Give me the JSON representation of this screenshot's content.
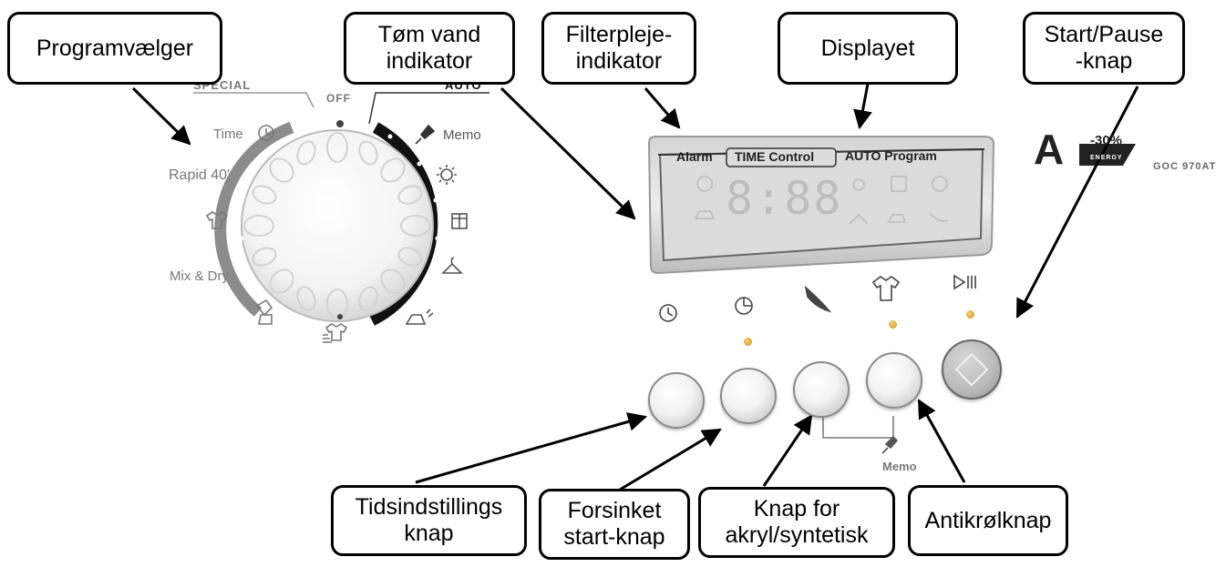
{
  "callouts": {
    "programvaelger": "Programvælger",
    "tom_vand": "Tøm vand\nindikator",
    "filterpleje": "Filterpleje-\nindikator",
    "displayet": "Displayet",
    "start_pause": "Start/Pause\n-knap",
    "tidsindstillings": "Tidsindstillings\nknap",
    "forsinket": "Forsinket\nstart-knap",
    "akryl": "Knap for\nakryl/syntetisk",
    "antikroel": "Antikrølknap"
  },
  "dial": {
    "special": "SPECIAL",
    "off": "OFF",
    "auto": "AUTO",
    "time": "Time",
    "rapid": "Rapid 40'",
    "mix_dry": "Mix & Dry",
    "memo": "Memo"
  },
  "display": {
    "alarm": "Alarm",
    "time_control": "TIME Control",
    "auto_program": "AUTO Program",
    "digits": "8:88"
  },
  "panel": {
    "memo": "Memo",
    "energy_class": "A",
    "energy_percent": "-30%",
    "energy_word": "ENERGY",
    "model": "GOC 970AT"
  },
  "colors": {
    "ring_gray": "#8c8c8c",
    "ring_black": "#111111",
    "led": "#d9a73a",
    "display_bg": "#e3e3e3"
  }
}
